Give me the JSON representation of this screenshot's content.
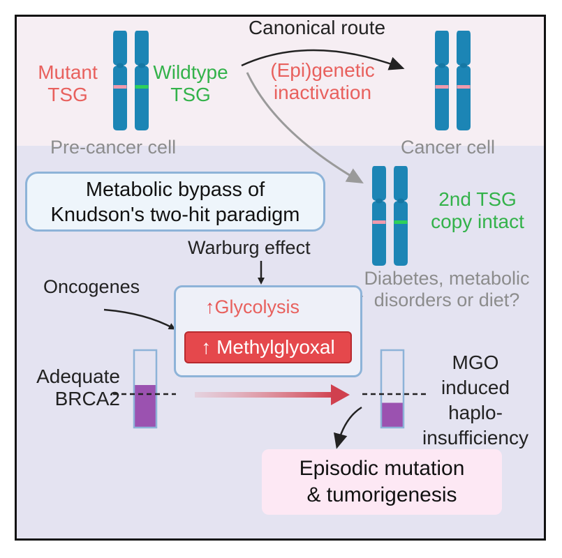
{
  "labels": {
    "canonical_route": "Canonical route",
    "mutant_tsg_1": "Mutant",
    "mutant_tsg_2": "TSG",
    "wildtype_tsg_1": "Wildtype",
    "wildtype_tsg_2": "TSG",
    "epigenetic_1": "(Epi)genetic",
    "epigenetic_2": "inactivation",
    "pre_cancer_cell": "Pre-cancer cell",
    "cancer_cell": "Cancer cell",
    "second_tsg_1": "2nd TSG",
    "second_tsg_2": "copy intact",
    "bypass_1": "Metabolic bypass of",
    "bypass_2": "Knudson's two-hit paradigm",
    "warburg": "Warburg effect",
    "oncogenes": "Oncogenes",
    "diabetes_1": "Diabetes, metabolic",
    "diabetes_2": "disorders or diet?",
    "glycolysis": "Glycolysis",
    "methylglyoxal": "Methylglyoxal",
    "adequate_1": "Adequate",
    "adequate_2": "BRCA2",
    "mgo_1": "MGO",
    "mgo_2": "induced",
    "mgo_3": "haplo-",
    "mgo_4": "insufficiency",
    "episodic_1": "Episodic mutation",
    "episodic_2": "& tumorigenesis"
  },
  "levels": {
    "adequate_brca2_fill": 0.55,
    "insufficient_brca2_fill": 0.32
  },
  "colors": {
    "chromosome": "#1c85b5",
    "mutant_band": "#f09aac",
    "wildtype_band": "#2fd05a",
    "level_fill": "#9b52b0"
  }
}
